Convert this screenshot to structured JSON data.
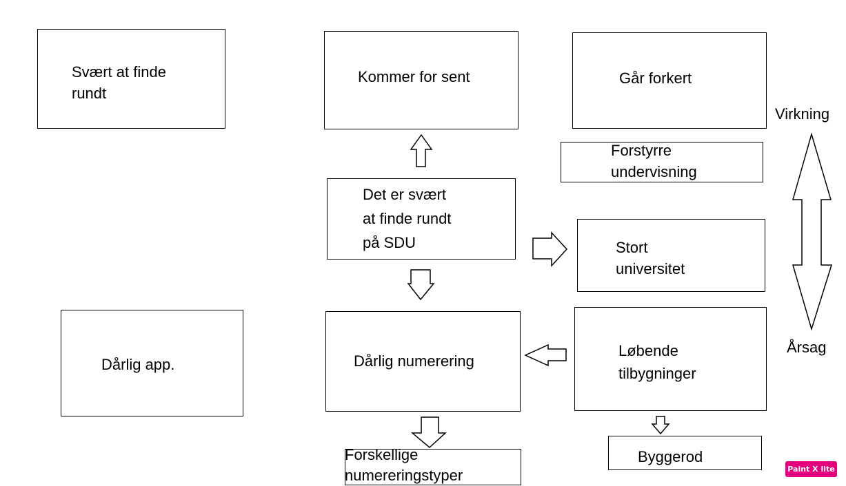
{
  "boxes": {
    "svaert": [
      "Svært at finde",
      "rundt"
    ],
    "kommer": [
      "Kommer for sent"
    ],
    "gaar": [
      "Går forkert"
    ],
    "forstyrre": [
      "Forstyrre",
      "undervisning"
    ],
    "center": [
      "Det er svært",
      "at finde rundt",
      "på SDU"
    ],
    "stort": [
      "Stort",
      "universitet"
    ],
    "daarlig_app": [
      "Dårlig app."
    ],
    "daarlig_num": [
      "Dårlig numerering"
    ],
    "loebende": [
      "Løbende",
      "tilbygninger"
    ],
    "forskellige": [
      "Forskellige",
      "numereringstyper"
    ],
    "byggerod": [
      "Byggerod"
    ]
  },
  "axis": {
    "top_label": "Virkning",
    "bottom_label": "Årsag"
  },
  "watermark": "Paint X lite",
  "colors": {
    "stroke": "#000000",
    "background": "#ffffff",
    "watermark_bg": "#e5007e"
  }
}
